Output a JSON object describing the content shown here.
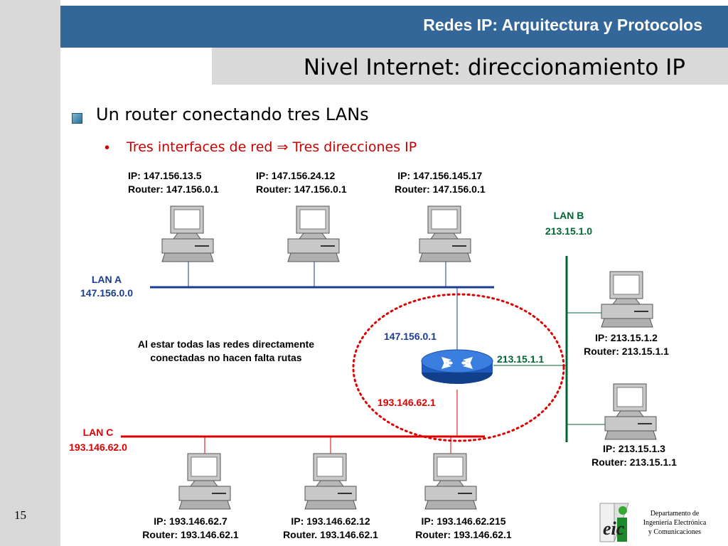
{
  "header": {
    "course_title": "Redes IP: Arquitectura y Protocolos",
    "slide_title": "Nivel Internet: direccionamiento IP"
  },
  "bullets": {
    "level1": "Un router conectando tres LANs",
    "level2": "Tres interfaces de red ⇒ Tres direcciones IP"
  },
  "lan_a": {
    "name": "LAN A",
    "network": "147.156.0.0",
    "hosts": [
      {
        "ip": "IP: 147.156.13.5",
        "router": "Router: 147.156.0.1"
      },
      {
        "ip": "IP: 147.156.24.12",
        "router": "Router: 147.156.0.1"
      },
      {
        "ip": "IP: 147.156.145.17",
        "router": "Router: 147.156.0.1"
      }
    ]
  },
  "lan_b": {
    "name": "LAN B",
    "network": "213.15.1.0",
    "hosts": [
      {
        "ip": "IP: 213.15.1.2",
        "router": "Router: 213.15.1.1"
      },
      {
        "ip": "IP: 213.15.1.3",
        "router": "Router: 213.15.1.1"
      }
    ]
  },
  "lan_c": {
    "name": "LAN C",
    "network": "193.146.62.0",
    "hosts": [
      {
        "ip": "IP: 193.146.62.7",
        "router": "Router: 193.146.62.1"
      },
      {
        "ip": "IP: 193.146.62.12",
        "router": "Router. 193.146.62.1"
      },
      {
        "ip": "IP: 193.146.62.215",
        "router": "Router: 193.146.62.1"
      }
    ]
  },
  "router": {
    "if_a": "147.156.0.1",
    "if_b": "213.15.1.1",
    "if_c": "193.146.62.1"
  },
  "note": "Al estar todas las redes directamente conectadas no hacen falta rutas",
  "footer": {
    "page_number": "15",
    "department": "Departamento de Ingeniería Electrónica y Comunicaciones",
    "logo_text": "eic"
  },
  "colors": {
    "header_blue": "#336699",
    "lan_a": "#1a3d8f",
    "lan_b": "#006633",
    "lan_c": "#dd0000"
  },
  "icons": [
    "computer-icon",
    "router-icon",
    "eic-logo-icon"
  ]
}
